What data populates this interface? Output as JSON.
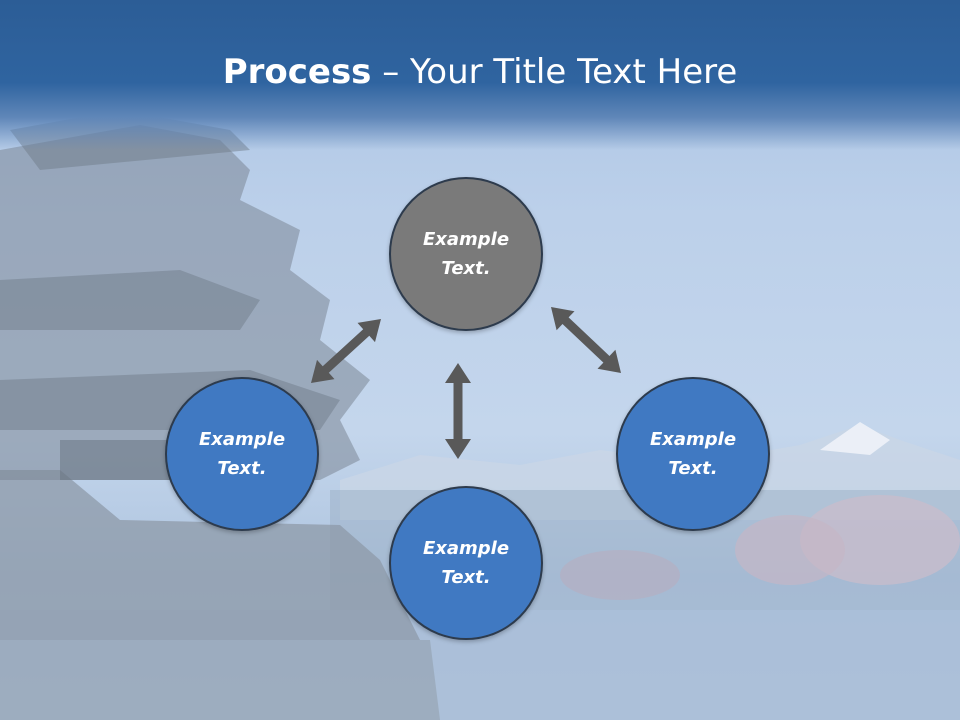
{
  "slide": {
    "title_bold": "Process",
    "title_rest": " – Your Title Text Here"
  },
  "nodes": [
    {
      "id": "top",
      "text": "Example\nText.",
      "color": "#7a7a7a"
    },
    {
      "id": "left",
      "text": "Example\nText.",
      "color": "#4079c2"
    },
    {
      "id": "bottom",
      "text": "Example\nText.",
      "color": "#4079c2"
    },
    {
      "id": "right",
      "text": "Example\nText.",
      "color": "#4079c2"
    }
  ],
  "arrow_color": "#595959",
  "connections": [
    {
      "from": "top",
      "to": "left"
    },
    {
      "from": "top",
      "to": "right"
    },
    {
      "from": "top",
      "to": "bottom"
    }
  ]
}
